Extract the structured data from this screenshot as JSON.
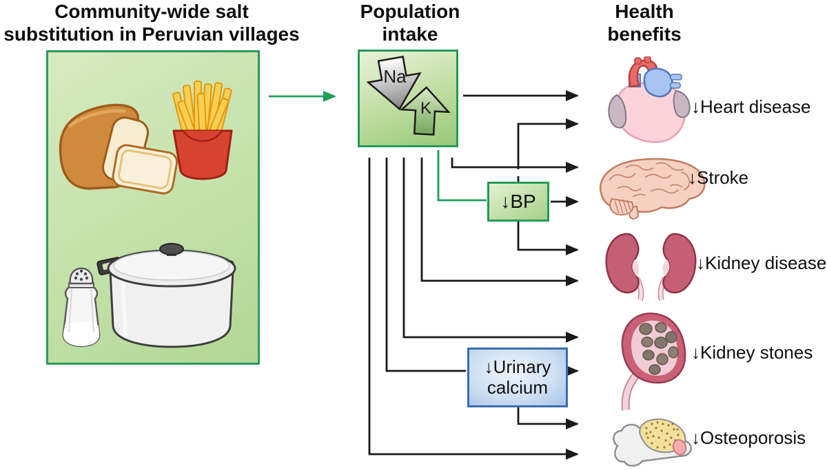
{
  "columns": {
    "source": {
      "title_line1": "Community-wide salt",
      "title_line2": "substitution in Peruvian villages",
      "illustrations": [
        "bread-loaf",
        "french-fries",
        "salt-shaker",
        "cooking-pot"
      ]
    },
    "intake": {
      "title_line1": "Population",
      "title_line2": "intake",
      "na_label": "Na",
      "k_label": "K"
    },
    "benefits": {
      "title_line1": "Health",
      "title_line2": "benefits"
    }
  },
  "mediators": {
    "bp": {
      "label": "↓BP"
    },
    "urinary_calcium": {
      "label_line1": "↓Urinary",
      "label_line2": "calcium"
    }
  },
  "benefits": [
    {
      "organ": "heart",
      "label": "↓Heart disease"
    },
    {
      "organ": "brain",
      "label": "↓Stroke"
    },
    {
      "organ": "kidneys",
      "label": "↓Kidney disease"
    },
    {
      "organ": "kidney-with-stones",
      "label": "↓Kidney stones"
    },
    {
      "organ": "bone",
      "label": "↓Osteoporosis"
    }
  ],
  "colors": {
    "diagram_green": "#249a58",
    "green_box_fill": "#cfe7b5",
    "blue_box_border": "#3a6db2",
    "blue_box_fill": "#cfe0f3",
    "arrow_black": "#1a1a1a",
    "na_arrow_gray": "#8c8c8c",
    "k_arrow_green": "#76a65a"
  }
}
